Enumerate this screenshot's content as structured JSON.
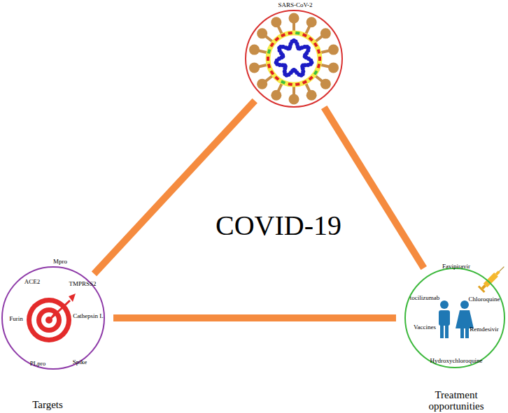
{
  "diagram": {
    "nodes": [
      {
        "text": [
          "SARS-CoV-2"
        ]
      },
      {
        "text": [
          "Mpro",
          "ACE2",
          "TMPRSS2",
          "Cathepsin L",
          "Spike",
          "PLpro",
          "Furin",
          "Targets"
        ]
      },
      {
        "text": [
          "Favipiravir",
          "tocilizumab",
          "Chloroquine",
          "Vaccines",
          "Remdesivir",
          "Hydroxychloroquine",
          "Treatment opportunities"
        ]
      }
    ],
    "edges": [
      {
        "from": 0,
        "to": 1,
        "arrow": "none"
      },
      {
        "from": 0,
        "to": 2,
        "arrow": "none"
      },
      {
        "from": 1,
        "to": 2,
        "arrow": "none"
      }
    ],
    "labels": [
      "COVID-19"
    ]
  }
}
